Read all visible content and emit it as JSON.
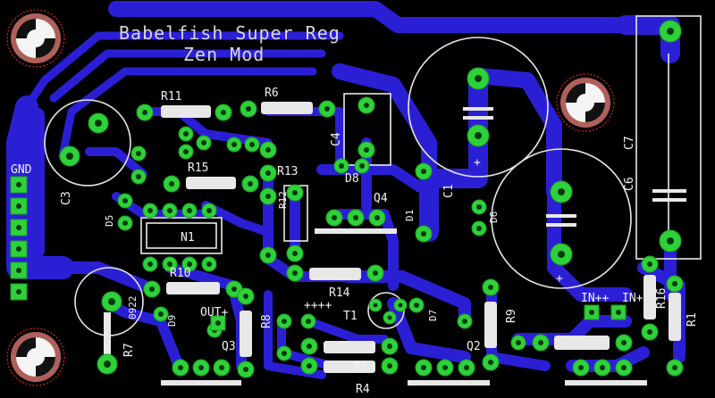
{
  "board": {
    "title_line1": "Babelfish Super Reg",
    "title_line2": "Zen Mod"
  },
  "labels": {
    "R11": "R11",
    "R6": "R6",
    "R15": "R15",
    "R13": "R13",
    "R12": "R12",
    "R10": "R10",
    "R14": "R14",
    "R7": "R7",
    "R8": "R8",
    "R9": "R9",
    "R3": "R3",
    "R4": "R4",
    "R16": "R16",
    "R1": "R1",
    "C1": "C1",
    "C3": "C3",
    "C4": "C4",
    "C6": "C6",
    "C7": "C7",
    "D1": "D1",
    "D5": "D5",
    "D6": "D6",
    "D7": "D7",
    "D8": "D8",
    "D9": "D9",
    "Q2": "Q2",
    "Q3": "Q3",
    "Q4": "Q4",
    "N1": "N1",
    "T1": "T1",
    "GND": "GND",
    "OUT": "OUT+",
    "INPP": "IN++",
    "INP": "IN+",
    "D922": "0922",
    "plus": "+",
    "plusrow": "++++"
  },
  "colors": {
    "background": "#000000",
    "copper": "#2b1fd6",
    "pad": "#2fd13a",
    "silkscreen": "#f2f2f2",
    "mount_hole": "#b0605a"
  }
}
